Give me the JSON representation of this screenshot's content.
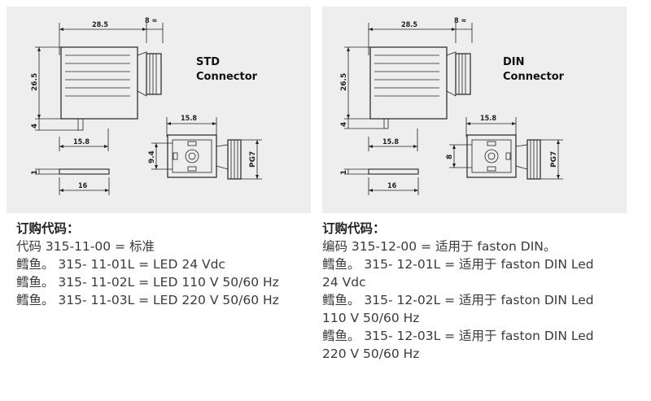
{
  "panels": [
    {
      "label_line1": "STD",
      "label_line2": "Connector",
      "dims": {
        "width": "28.5",
        "cable": "8 ≈",
        "height": "26.5",
        "pin": "4",
        "base": "15.8",
        "plate_thk": "1",
        "plate_w": "16",
        "face_w": "15.8",
        "face_h": "9.4",
        "pg": "PG7"
      }
    },
    {
      "label_line1": "DIN",
      "label_line2": "Connector",
      "dims": {
        "width": "28.5",
        "cable": "8 ≈",
        "height": "26.5",
        "pin": "4",
        "base": "15.8",
        "plate_thk": "1",
        "plate_w": "16",
        "face_w": "15.8",
        "face_h": "8",
        "pg": "PG7"
      }
    }
  ],
  "left_text": {
    "heading": "订购代码：",
    "lines": [
      "代码 315-11-00 = 标准",
      "鳕鱼。 315- 11-01L = LED 24 Vdc",
      "鳕鱼。 315- 11-02L = LED 110 V 50/60 Hz",
      "鳕鱼。 315- 11-03L = LED 220 V 50/60 Hz"
    ]
  },
  "right_text": {
    "heading": "订购代码：",
    "lines": [
      "编码 315-12-00 = 适用于 faston DIN。",
      "鳕鱼。 315- 12-01L = 适用于 faston DIN Led",
      "24 Vdc",
      "鳕鱼。 315- 12-02L = 适用于 faston DIN Led",
      "110 V 50/60 Hz",
      "鳕鱼。 315- 12-03L = 适用于 faston DIN Led",
      "220 V 50/60 Hz"
    ]
  }
}
